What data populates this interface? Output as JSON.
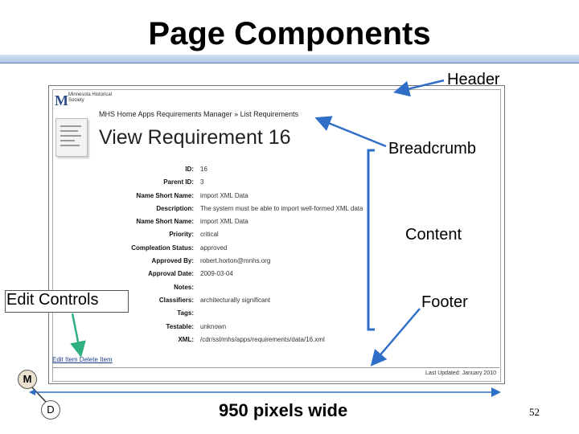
{
  "slide": {
    "title": "Page Components",
    "slide_number": "52",
    "width_label": "950 pixels wide"
  },
  "callouts": {
    "header": "Header",
    "breadcrumb": "Breadcrumb",
    "content": "Content",
    "footer": "Footer",
    "edit_controls": "Edit Controls"
  },
  "nodes": {
    "m": "M",
    "d": "D"
  },
  "screenshot": {
    "logo_letter": "M",
    "org_name": "Minnesota Historical Society",
    "breadcrumb": "MHS Home Apps Requirements Manager » List Requirements",
    "heading": "View Requirement 16",
    "fields": [
      {
        "label": "ID:",
        "value": "16"
      },
      {
        "label": "Parent ID:",
        "value": "3"
      },
      {
        "label": "Name Short Name:",
        "value": "import XML Data"
      },
      {
        "label": "Description:",
        "value": "The system must be able to import well-formed XML data"
      },
      {
        "label": "Name Short Name:",
        "value": "import XML Data"
      },
      {
        "label": "Priority:",
        "value": "critical"
      },
      {
        "label": "Compleation Status:",
        "value": "approved"
      },
      {
        "label": "Approved By:",
        "value": "robert.horton@mnhs.org"
      },
      {
        "label": "Approval Date:",
        "value": "2009-03-04"
      },
      {
        "label": "Notes:",
        "value": ""
      },
      {
        "label": "Classifiers:",
        "value": "architecturally significant"
      },
      {
        "label": "Tags:",
        "value": ""
      },
      {
        "label": "Testable:",
        "value": "unknown"
      },
      {
        "label": "XML:",
        "value": "/cdr/ssl/mhs/apps/requirements/data/16.xml"
      }
    ],
    "edit_links": "Edit Item Delete Item",
    "last_updated": "Last Updated: January 2010"
  },
  "colors": {
    "arrow": "#2f6fc8",
    "bracket": "#2f6fc8",
    "edit_arrow": "#2fb080"
  }
}
